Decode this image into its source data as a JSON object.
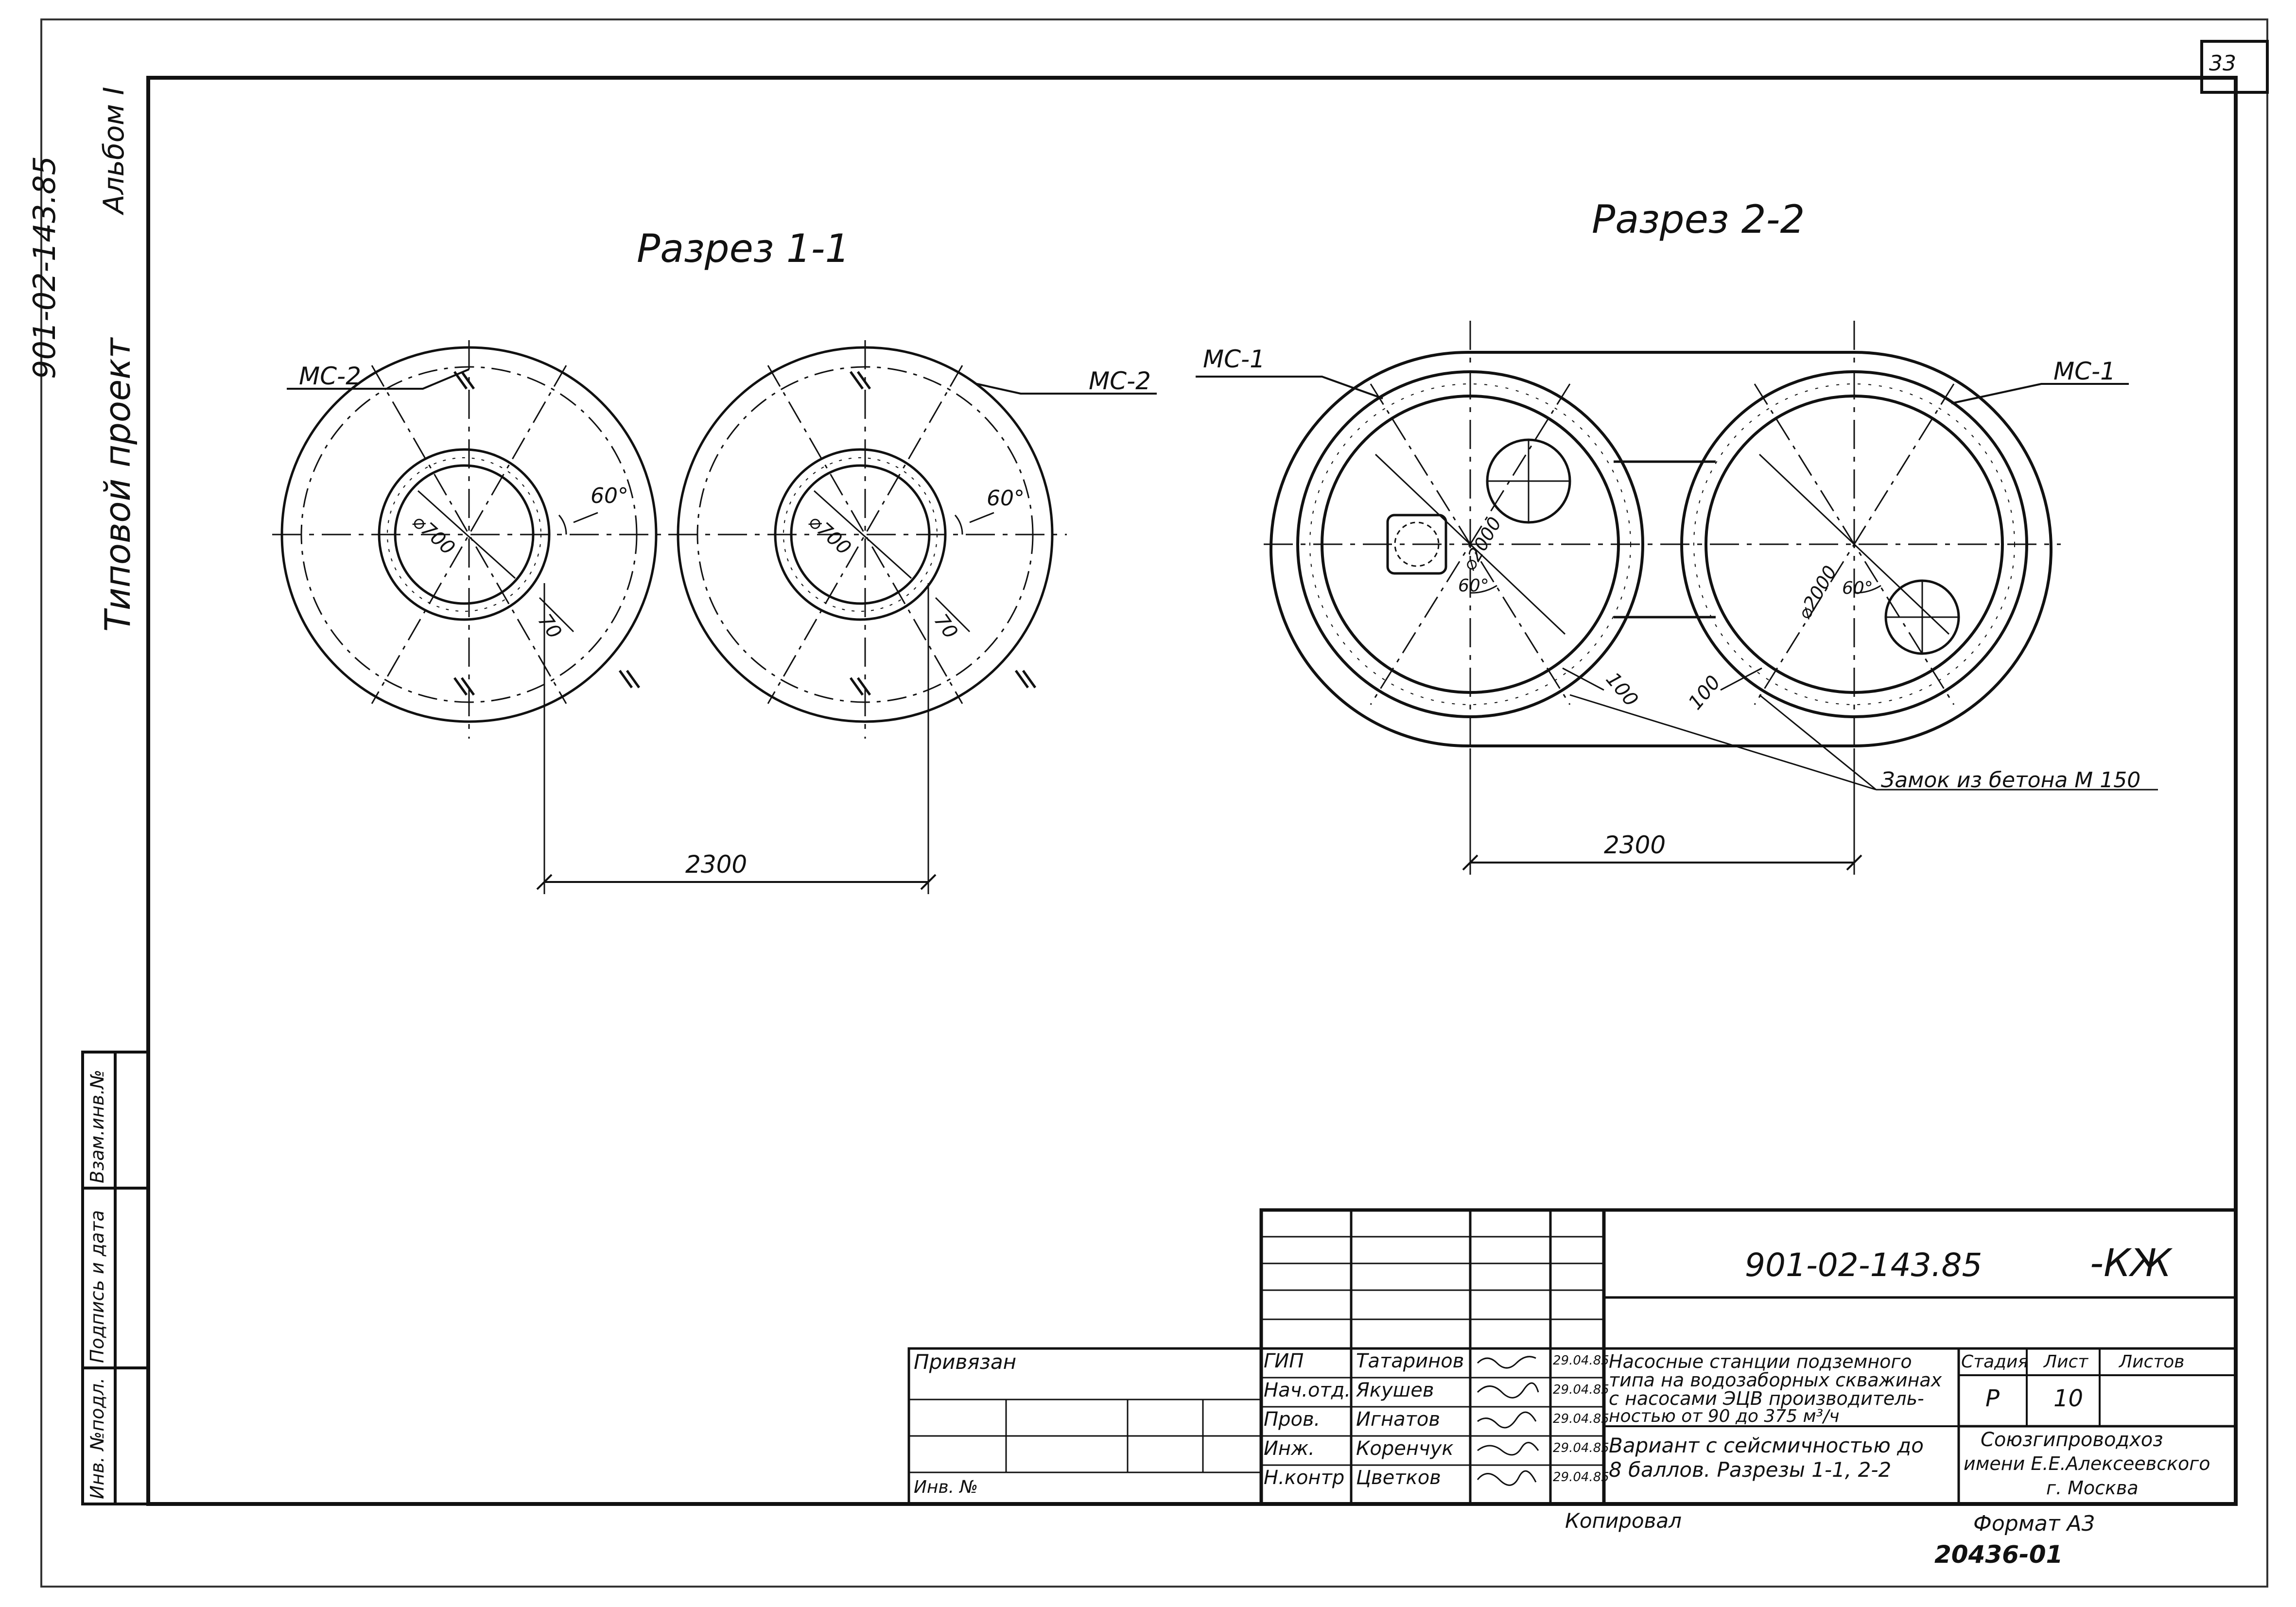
{
  "sheet_number": "33",
  "side_strip": {
    "project_code": "901-02-143.85",
    "album": "Альбом I",
    "type_label": "Типовой проект"
  },
  "left_stamp": {
    "inv_podl": "Инв. №подл.",
    "podpis_data": "Подпись и дата",
    "vzam_inv": "Взам.инв.№"
  },
  "section_1": {
    "title": "Разрез 1-1",
    "left_mark": "МС-2",
    "right_mark": "МС-2",
    "dia_label": "⌀700",
    "angle_label": "60°",
    "offset_label": "70",
    "spacing_label": "2300"
  },
  "section_2": {
    "title": "Разрез 2-2",
    "left_mark": "МС-1",
    "right_mark": "МС-1",
    "dia_label": "⌀2000",
    "angle_label": "60°",
    "gap_label": "100",
    "lock_note": "Замок из бетона М 150",
    "spacing_label": "2300"
  },
  "title_block": {
    "doc_code": "901-02-143.85",
    "doc_suffix": "-КЖ",
    "privyazan": "Привязан",
    "inv_no": "Инв. №",
    "roles": [
      {
        "role": "ГИП",
        "name": "Татаринов",
        "date": "29.04.85"
      },
      {
        "role": "Нач.отд.",
        "name": "Якушев",
        "date": "29.04.85"
      },
      {
        "role": "Пров.",
        "name": "Игнатов",
        "date": "29.04.85"
      },
      {
        "role": "Инж.",
        "name": "Коренчук",
        "date": "29.04.85"
      },
      {
        "role": "Н.контр",
        "name": "Цветков",
        "date": "29.04.85"
      }
    ],
    "description_lines": [
      "Насосные станции подземного",
      "типа на водозаборных скважинах",
      "с насосами ЭЦВ производитель-",
      "ностью от 90 до 375 м³/ч"
    ],
    "variant_lines": [
      "Вариант с сейсмичностью до",
      "8 баллов. Разрезы 1-1, 2-2"
    ],
    "stage_header": "Стадия",
    "sheet_header": "Лист",
    "sheets_header": "Листов",
    "stage": "Р",
    "sheet": "10",
    "org_lines": [
      "Союзгипроводхоз",
      "имени Е.Е.Алексеевского",
      "г. Москва"
    ]
  },
  "footer": {
    "copied": "Копировал",
    "format": "Формат А3",
    "archive": "20436-01"
  }
}
